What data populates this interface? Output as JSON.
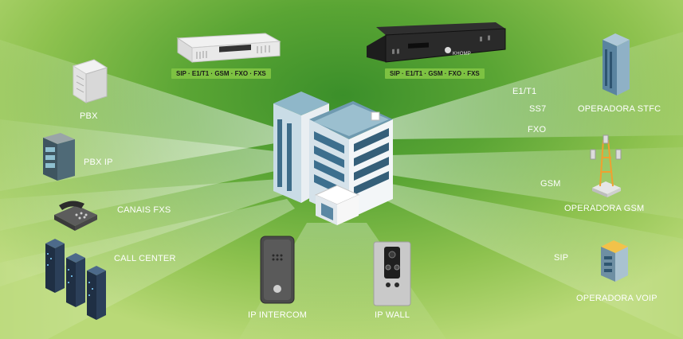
{
  "top_devices": {
    "small_gateway": {
      "tag": "SIP · E1/T1 · GSM · FXO · FXS"
    },
    "rack_gateway": {
      "tag": "SIP · E1/T1 · GSM · FXO · FXS",
      "brand": "KHOMP"
    }
  },
  "left_devices": [
    {
      "id": "pbx",
      "label": "PBX"
    },
    {
      "id": "pbx_ip",
      "label": "PBX IP"
    },
    {
      "id": "canais_fxs",
      "label": "CANAIS FXS"
    },
    {
      "id": "call_center",
      "label": "CALL CENTER"
    }
  ],
  "bottom_devices": [
    {
      "id": "ip_intercom",
      "label": "IP INTERCOM"
    },
    {
      "id": "ip_wall",
      "label": "IP WALL"
    }
  ],
  "right_operators": [
    {
      "id": "stfc",
      "label": "OPERADORA STFC",
      "links": [
        "E1/T1",
        "SS7",
        "FXO"
      ]
    },
    {
      "id": "gsm",
      "label": "OPERADORA GSM",
      "links": [
        "GSM"
      ]
    },
    {
      "id": "voip",
      "label": "OPERADORA VOIP",
      "links": [
        "SIP"
      ]
    }
  ],
  "colors": {
    "tag_bg": "#7dc242",
    "ray": "#ffffff",
    "background_dark": "#3b8f2a",
    "background_light": "#b9d977"
  }
}
